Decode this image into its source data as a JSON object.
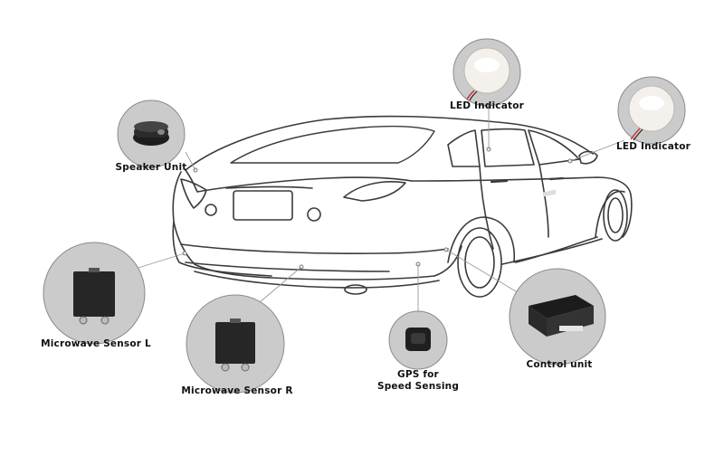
{
  "components": [
    {
      "id": "speaker",
      "label": "Speaker Unit",
      "icon": "speaker-unit-icon"
    },
    {
      "id": "led-top",
      "label": "LED Indicator",
      "icon": "led-indicator-icon"
    },
    {
      "id": "led-right",
      "label": "LED Indicator",
      "icon": "led-indicator-icon"
    },
    {
      "id": "sensor-l",
      "label": "Microwave Sensor L",
      "icon": "microwave-sensor-icon"
    },
    {
      "id": "sensor-r",
      "label": "Microwave Sensor R",
      "icon": "microwave-sensor-icon"
    },
    {
      "id": "gps",
      "label_line1": "GPS for",
      "label_line2": "Speed Sensing",
      "icon": "gps-antenna-icon"
    },
    {
      "id": "control",
      "label": "Control unit",
      "icon": "control-unit-icon"
    }
  ],
  "colors": {
    "outline": "#3a3a3a",
    "bubble_fill": "#c9c9c9",
    "bubble_stroke": "#8a8a8a",
    "leader_line": "#9a9a9a",
    "sensor_body": "#2a2a2a"
  }
}
